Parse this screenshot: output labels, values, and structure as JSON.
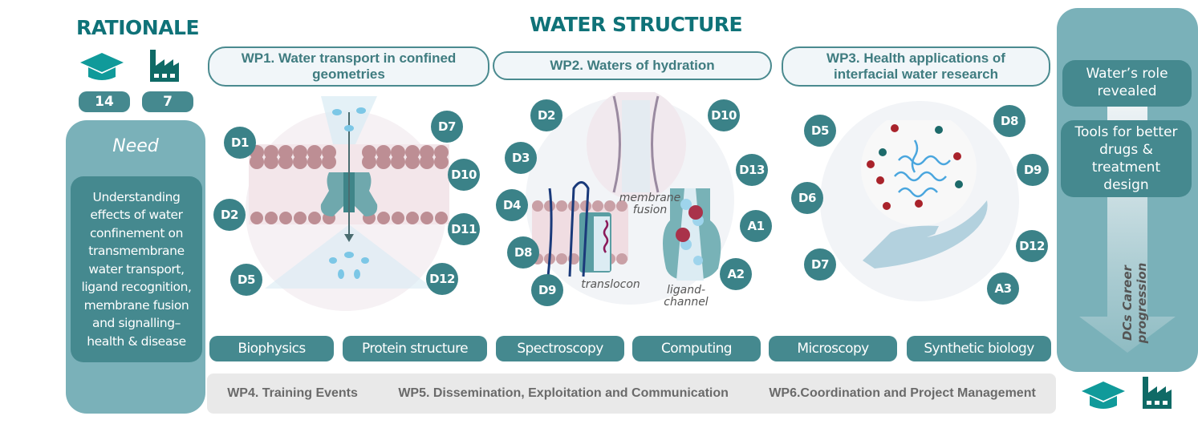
{
  "rationale": {
    "title": "RATIONALE",
    "academic_count": "14",
    "industry_count": "7",
    "need_title": "Need",
    "need_text": "Understanding effects of water confinement on transmembrane water transport, ligand recognition, membrane fusion and signalling– health & disease"
  },
  "main_title": "WATER STRUCTURE",
  "work_packages": [
    {
      "label": "WP1. Water transport in confined geometries",
      "badges": [
        "D1",
        "D2",
        "D5",
        "D7",
        "D10",
        "D11",
        "D12"
      ]
    },
    {
      "label": "WP2. Waters of hydration",
      "badges": [
        "D2",
        "D3",
        "D4",
        "D8",
        "D9",
        "D10",
        "D13",
        "A1",
        "A2"
      ],
      "illustration_labels": {
        "fusion": "membrane fusion",
        "translocon": "translocon",
        "ligand": "ligand- channel"
      }
    },
    {
      "label": "WP3. Health applications of interfacial water research",
      "badges": [
        "D5",
        "D6",
        "D7",
        "D8",
        "D9",
        "D12",
        "A3"
      ]
    }
  ],
  "methods": [
    "Biophysics",
    "Protein structure",
    "Spectroscopy",
    "Computing",
    "Microscopy",
    "Synthetic biology"
  ],
  "support_wps": [
    "WP4. Training Events",
    "WP5. Dissemination, Exploitation and Communication",
    "WP6.Coordination and Project Management"
  ],
  "outcomes": {
    "items": [
      "Water’s role revealed",
      "Tools for better drugs & treatment design"
    ],
    "arrow_label": "DCs Career progression"
  },
  "icons": {
    "academic": "graduation-cap-icon",
    "industry": "factory-icon"
  },
  "colors": {
    "title": "#0f7278",
    "badge": "#3b8288",
    "panel": "#7ab1b9",
    "inner": "#45898f",
    "cap": "#109a9a",
    "factory": "#0f6a66"
  }
}
